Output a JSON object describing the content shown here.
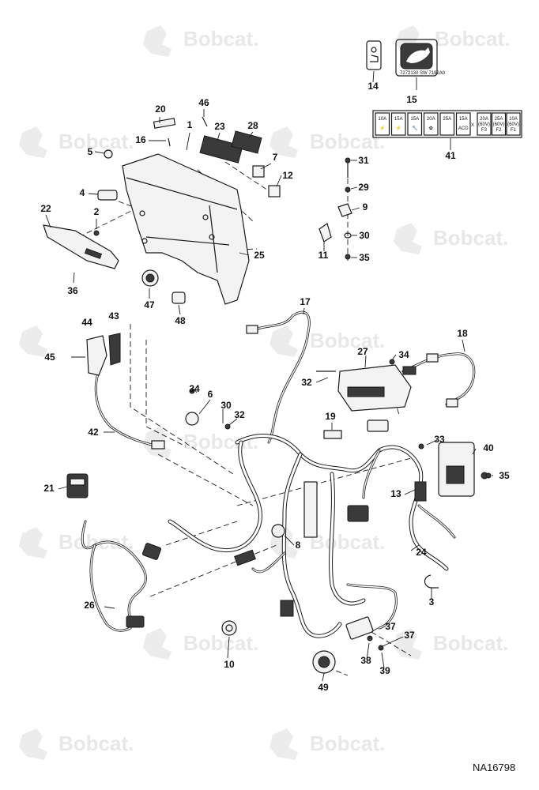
{
  "watermark": {
    "text": "Bobcat."
  },
  "drawing_number": "NA16798",
  "callouts": [
    "1",
    "2",
    "3",
    "4",
    "5",
    "6",
    "7",
    "8",
    "9",
    "10",
    "11",
    "12",
    "13",
    "14",
    "15",
    "16",
    "17",
    "18",
    "19",
    "20",
    "21",
    "22",
    "23",
    "24",
    "25",
    "26",
    "27",
    "28",
    "29",
    "30",
    "31",
    "32",
    "33",
    "34",
    "35",
    "36",
    "37",
    "38",
    "39",
    "40",
    "41",
    "42",
    "43",
    "44",
    "45",
    "46",
    "47",
    "48",
    "49"
  ],
  "decal_41": {
    "fuses": [
      {
        "amps": "10A",
        "symbol": "⚡"
      },
      {
        "amps": "15A",
        "symbol": "⚡"
      },
      {
        "amps": "15A",
        "symbol": "🔧"
      },
      {
        "amps": "20A",
        "symbol": "✿"
      },
      {
        "amps": "25A",
        "symbol": ""
      },
      {
        "amps": "15A",
        "symbol": "ACD"
      }
    ],
    "x_mark": "X",
    "high_fuses": [
      {
        "amps": "20A",
        "volt": "(60V)",
        "pos": "F3"
      },
      {
        "amps": "25A",
        "volt": "(60V)",
        "pos": "F2"
      },
      {
        "amps": "10A",
        "volt": "(60V)",
        "pos": "F1"
      }
    ]
  },
  "decal_15": {
    "caption": "7272130 SW   7192A0"
  }
}
